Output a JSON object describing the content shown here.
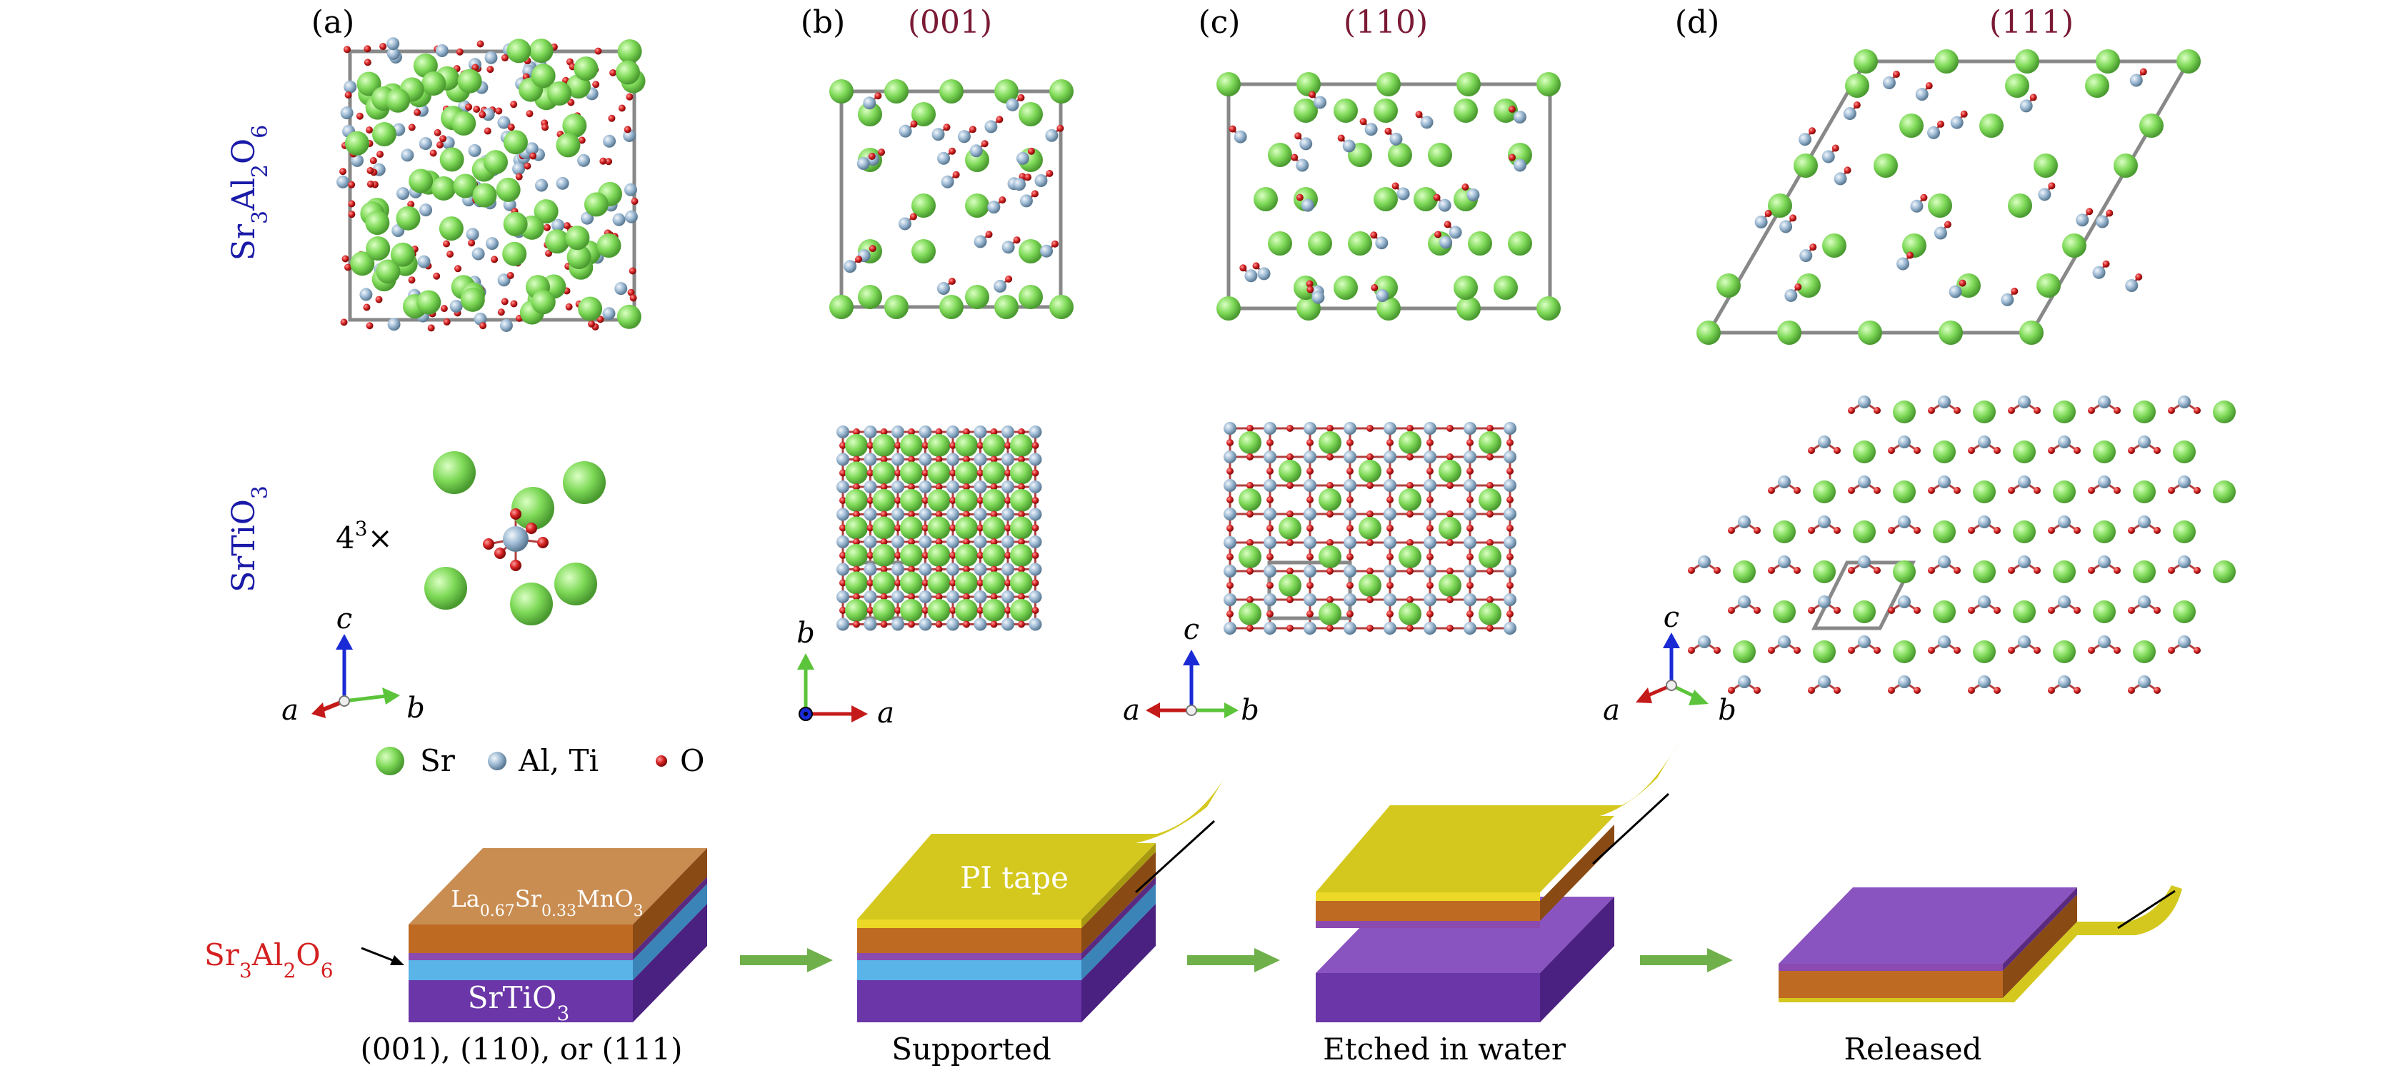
{
  "panels": {
    "a": "(a)",
    "b": "(b)",
    "c": "(c)",
    "d": "(d)"
  },
  "orientations": {
    "b": "(001)",
    "c": "(110)",
    "d": "(111)"
  },
  "rows": {
    "sao": {
      "base": "Sr",
      "s1": "3",
      "mid": "Al",
      "s2": "2",
      "end": "O",
      "s3": "6"
    },
    "sto": {
      "base": "SrTiO",
      "s1": "3"
    }
  },
  "multiplier": {
    "base": "4",
    "sup": "3",
    "suffix": "×"
  },
  "axes": {
    "a": "a",
    "b": "b",
    "c": "c"
  },
  "legend": {
    "sr": "Sr",
    "alti": "Al, Ti",
    "o": "O"
  },
  "process": {
    "lsmo": {
      "t1": "La",
      "s1": "0.67",
      "t2": "Sr",
      "s2": "0.33",
      "t3": "MnO",
      "s3": "3"
    },
    "substrate": {
      "base": "SrTiO",
      "s1": "3"
    },
    "sao_label": {
      "base": "Sr",
      "s1": "3",
      "mid": "Al",
      "s2": "2",
      "end": "O",
      "s3": "6"
    },
    "tape": "PI tape",
    "steps": [
      "(001), (110), or (111)",
      "Supported",
      "Etched in water",
      "Released"
    ]
  },
  "colors": {
    "sr": "#7ed957",
    "alti": "#9bb8d3",
    "o": "#d42020",
    "cell": "#888888",
    "orient": "#7a1a35",
    "row_label": "#1a1aa8",
    "sao_label": "#d42020",
    "axis_a": "#c41a1a",
    "axis_b": "#5cc43a",
    "axis_c": "#1a2ad4",
    "tape": "#d4c81e",
    "lsmo": "#c17a3e",
    "sao_layer": "#8a4ab0",
    "sto_light": "#5ab4e8",
    "substrate": "#6a36a8",
    "arrow": "#6fb04a"
  }
}
